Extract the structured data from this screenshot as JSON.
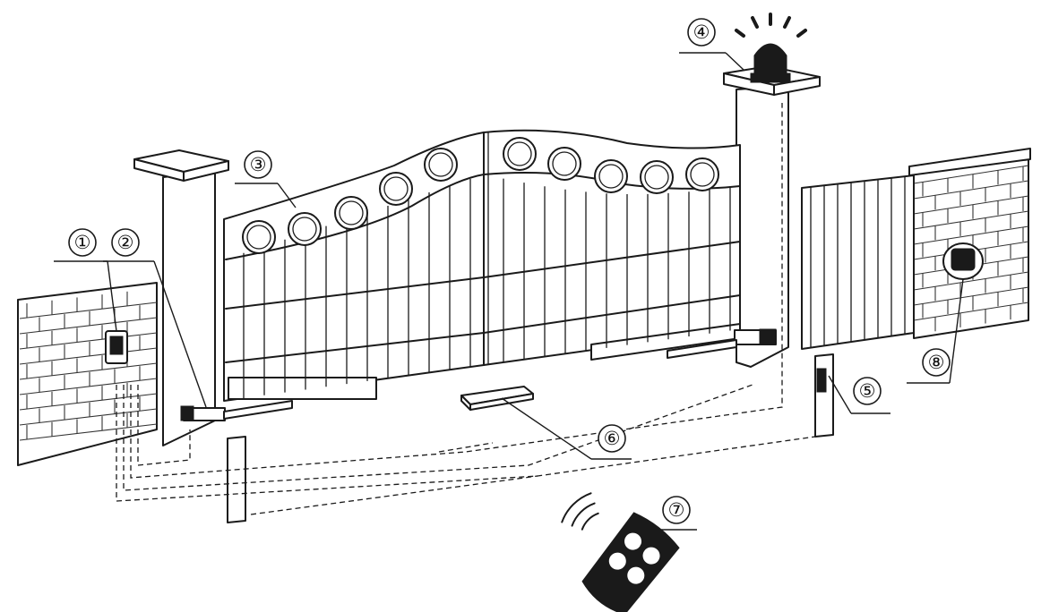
{
  "callouts": [
    {
      "id": "1",
      "label": "①"
    },
    {
      "id": "2",
      "label": "②"
    },
    {
      "id": "3",
      "label": "③"
    },
    {
      "id": "4",
      "label": "④"
    },
    {
      "id": "5",
      "label": "⑤"
    },
    {
      "id": "6",
      "label": "⑥"
    },
    {
      "id": "7",
      "label": "⑦"
    },
    {
      "id": "8",
      "label": "⑧"
    }
  ],
  "icons": [
    "control-box-icon",
    "swing-arm-opener-icon",
    "gate-leaf-icon",
    "warning-lamp-icon",
    "photocell-icon",
    "gate-stop-icon",
    "remote-control-icon",
    "keypad-icon"
  ]
}
